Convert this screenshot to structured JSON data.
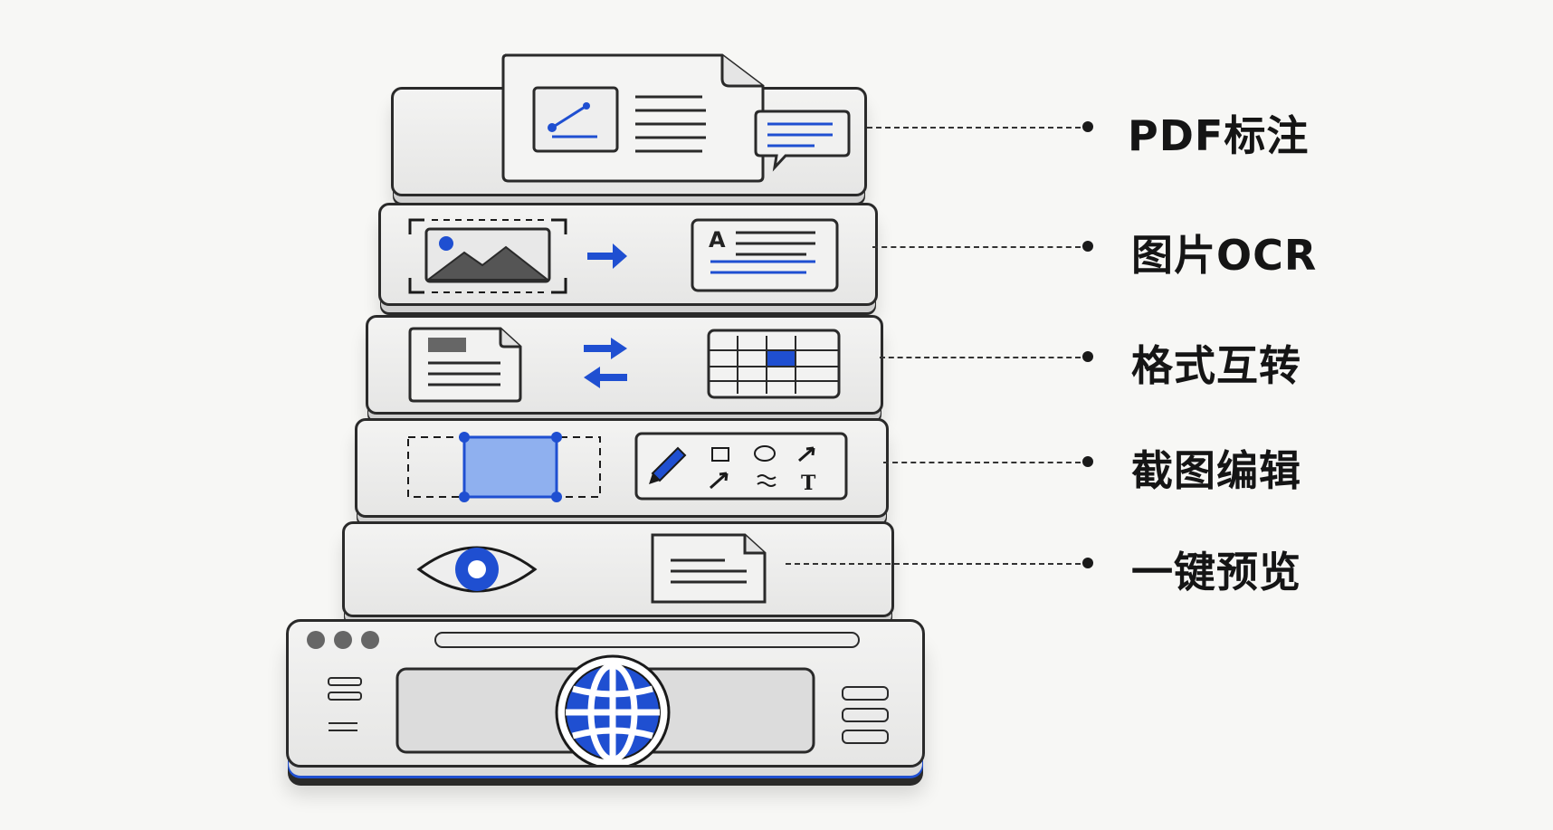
{
  "features": [
    {
      "id": "pdf",
      "label": "PDF标注",
      "icon": "pdf-annotation-icon"
    },
    {
      "id": "ocr",
      "label": "图片OCR",
      "icon": "image-ocr-icon"
    },
    {
      "id": "convert",
      "label": "格式互转",
      "icon": "format-convert-icon"
    },
    {
      "id": "screenshot",
      "label": "截图编辑",
      "icon": "screenshot-edit-icon"
    },
    {
      "id": "preview",
      "label": "一键预览",
      "icon": "preview-eye-icon"
    }
  ],
  "base": {
    "icon": "globe-icon"
  },
  "colors": {
    "accent": "#1f4fd1",
    "accent_light": "#8fb0ef",
    "ink": "#2a2a2a",
    "panel": "#f0f0ef"
  }
}
